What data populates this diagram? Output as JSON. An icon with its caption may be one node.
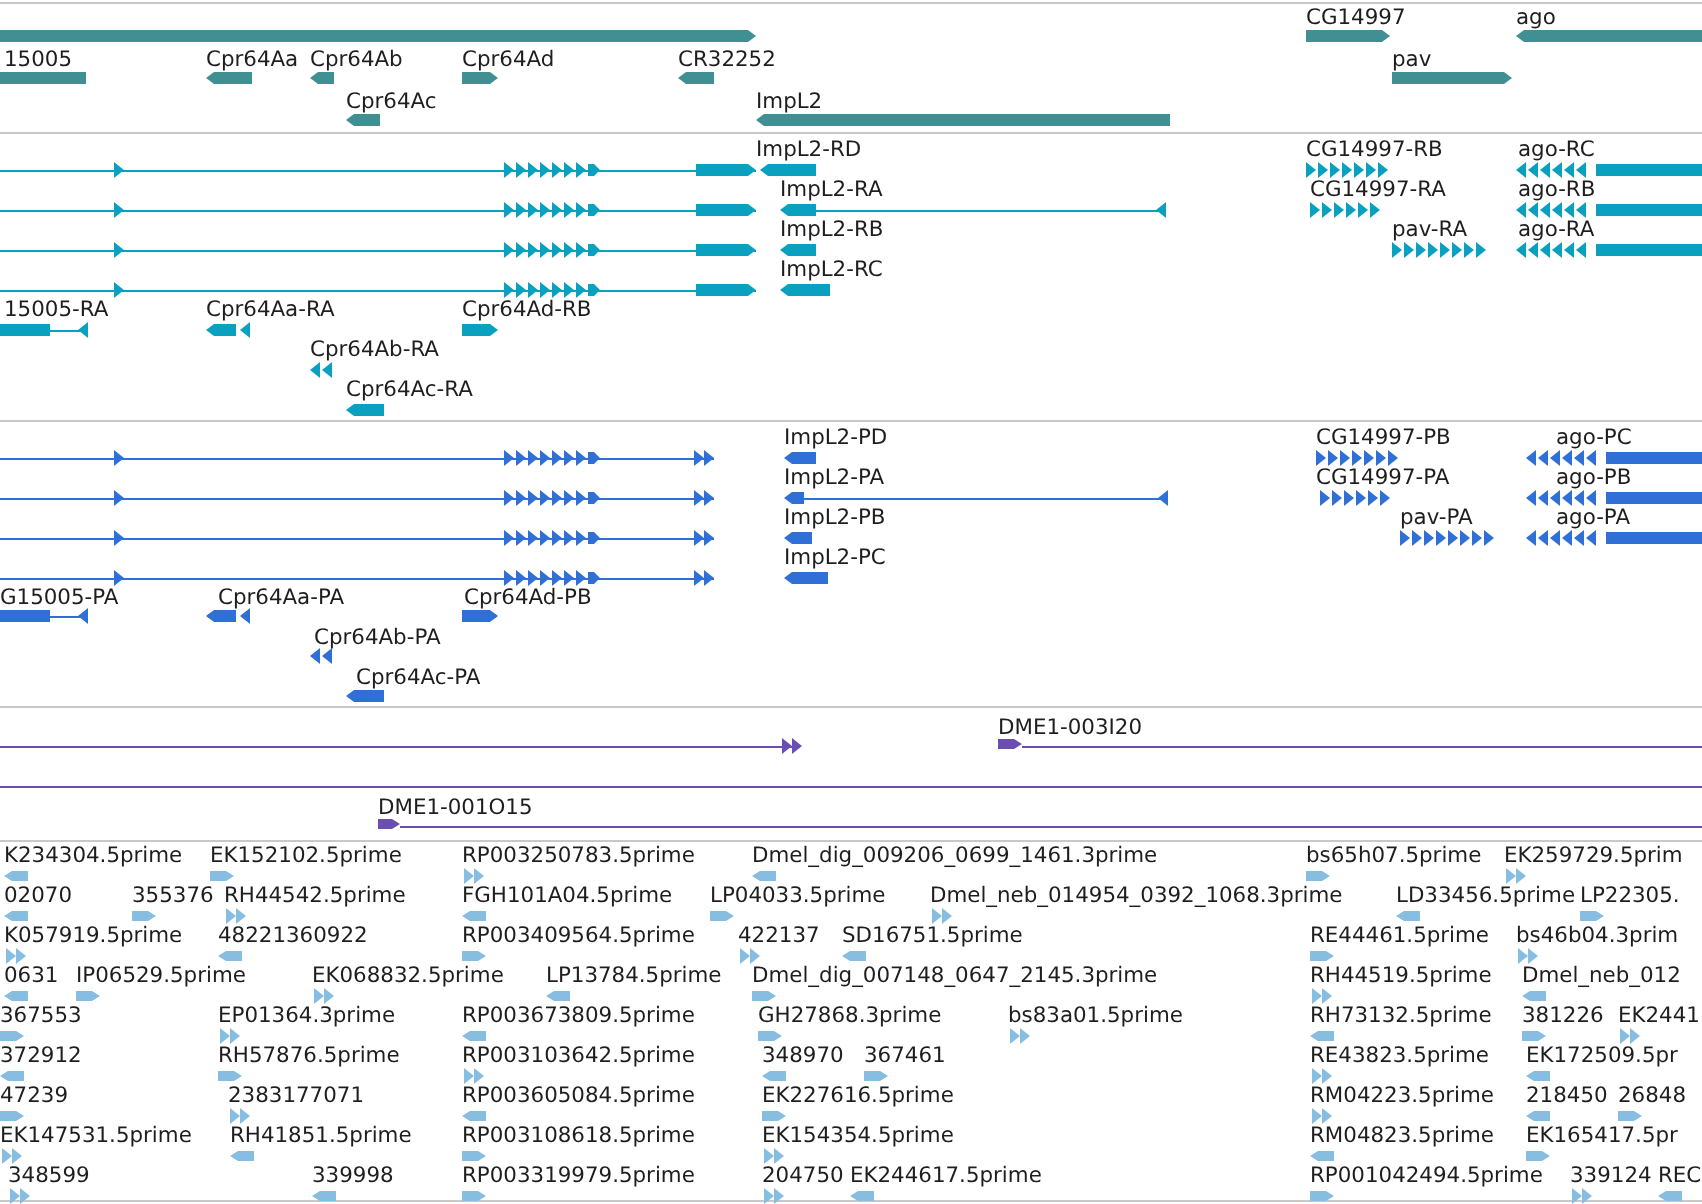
{
  "diagram": {
    "labels": [
      "CG14997",
      "ago",
      "15005",
      "Cpr64Aa",
      "Cpr64Ab",
      "Cpr64Ad",
      "CR32252",
      "pav",
      "Cpr64Ac",
      "ImpL2",
      "ImpL2-RD",
      "CG14997-RB",
      "ago-RC",
      "ImpL2-RA",
      "CG14997-RA",
      "ago-RB",
      "ImpL2-RB",
      "pav-RA",
      "ago-RA",
      "ImpL2-RC",
      "15005-RA",
      "Cpr64Aa-RA",
      "Cpr64Ad-RB",
      "Cpr64Ab-RA",
      "Cpr64Ac-RA",
      "ImpL2-PD",
      "CG14997-PB",
      "ago-PC",
      "ImpL2-PA",
      "CG14997-PA",
      "ago-PB",
      "ImpL2-PB",
      "pav-PA",
      "ago-PA",
      "ImpL2-PC",
      "G15005-PA",
      "Cpr64Aa-PA",
      "Cpr64Ad-PB",
      "Cpr64Ab-PA",
      "Cpr64Ac-PA",
      "DME1-003I20",
      "DME1-001O15",
      "K234304.5prime",
      "EK152102.5prime",
      "RP003250783.5prime",
      "Dmel_dig_009206_0699_1461.3prime",
      "bs65h07.5prime",
      "EK259729.5prim",
      "02070",
      "355376",
      "RH44542.5prime",
      "FGH101A04.5prime",
      "LP04033.5prime",
      "Dmel_neb_014954_0392_1068.3prime",
      "LD33456.5prime",
      "LP22305.",
      "K057919.5prime",
      "48221360922",
      "RP003409564.5prime",
      "422137",
      "SD16751.5prime",
      "RE44461.5prime",
      "bs46b04.3prim",
      "0631",
      "IP06529.5prime",
      "EK068832.5prime",
      "LP13784.5prime",
      "Dmel_dig_007148_0647_2145.3prime",
      "RH44519.5prime",
      "Dmel_neb_012",
      "367553",
      "EP01364.3prime",
      "RP003673809.5prime",
      "GH27868.3prime",
      "bs83a01.5prime",
      "RH73132.5prime",
      "381226",
      "EK2441",
      "372912",
      "RH57876.5prime",
      "RP003103642.5prime",
      "348970",
      "367461",
      "RE43823.5prime",
      "EK172509.5pr",
      "47239",
      "2383177071",
      "RP003605084.5prime",
      "EK227616.5prime",
      "RM04223.5prime",
      "218450",
      "26848",
      "EK147531.5prime",
      "RH41851.5prime",
      "RP003108618.5prime",
      "EK154354.5prime",
      "RM04823.5prime",
      "EK165417.5pr",
      "348599",
      "339998",
      "RP003319979.5prime",
      "204750",
      "EK244617.5prime",
      "RP001042494.5prime",
      "339124",
      "REC"
    ]
  }
}
